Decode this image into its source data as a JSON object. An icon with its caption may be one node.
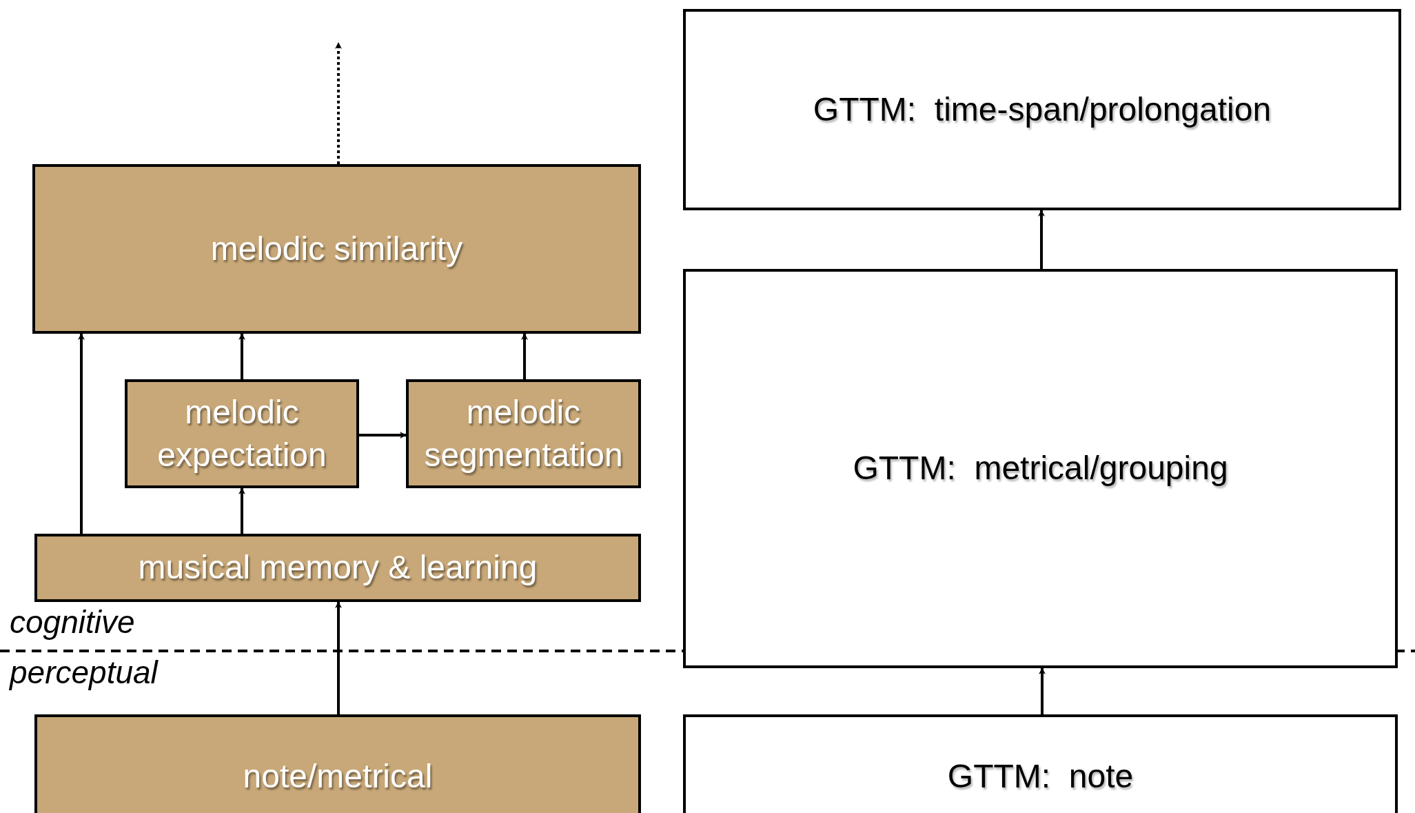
{
  "diagram": {
    "nodes": [
      {
        "text": [
          "melodic similarity"
        ]
      },
      {
        "text": [
          "melodic expectation"
        ]
      },
      {
        "text": [
          "melodic segmentation"
        ]
      },
      {
        "text": [
          "musical memory & learning"
        ]
      },
      {
        "text": [
          "note/metrical"
        ]
      },
      {
        "text": [
          "GTTM:  time-span/prolongation"
        ]
      },
      {
        "text": [
          "GTTM:  metrical/grouping"
        ]
      },
      {
        "text": [
          "GTTM:  note"
        ]
      }
    ],
    "edges": [
      {
        "from": 0,
        "to": null,
        "arrow": "to",
        "style": "dashed"
      },
      {
        "from": 3,
        "to": 0,
        "arrow": "to"
      },
      {
        "from": 1,
        "to": 0,
        "arrow": "to"
      },
      {
        "from": 2,
        "to": 0,
        "arrow": "to"
      },
      {
        "from": 1,
        "to": 2,
        "arrow": "to"
      },
      {
        "from": 3,
        "to": 1,
        "arrow": "to"
      },
      {
        "from": 4,
        "to": 3,
        "arrow": "to"
      },
      {
        "from": 6,
        "to": 5,
        "arrow": "to"
      },
      {
        "from": 7,
        "to": 6,
        "arrow": "to"
      }
    ],
    "labels": [
      "cognitive",
      "perceptual"
    ]
  }
}
